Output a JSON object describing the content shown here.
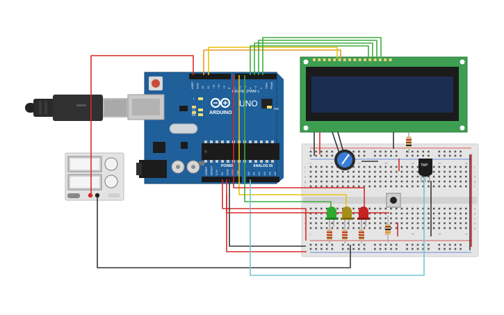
{
  "arduino": {
    "brand": "ARDUINO",
    "model": "UNO",
    "on_label": "ON",
    "digital_label": "DIGITAL (PWM~)",
    "power_label": "POWER",
    "analog_label": "ANALOG IN",
    "tx_label": "TX",
    "rx_label": "RX",
    "l_label": "L",
    "top_pins": [
      "AREF",
      "GND",
      "13",
      "12",
      "~11",
      "~10",
      "~9",
      "8",
      "7",
      "~6",
      "~5",
      "4",
      "~3",
      "2",
      "TX▸1",
      "RX◂0"
    ],
    "power_pins": [
      "IOREF",
      "RESET",
      "3.3V",
      "5V",
      "GND",
      "GND",
      "VIN"
    ],
    "analog_pins": [
      "A0",
      "A1",
      "A2",
      "A3",
      "A4",
      "A5"
    ]
  },
  "sensor": {
    "label": "TMP"
  },
  "breadboard": {
    "row_letters_top": [
      "j",
      "i",
      "h",
      "g",
      "f"
    ],
    "row_letters_bottom": [
      "e",
      "d",
      "c",
      "b",
      "a"
    ],
    "col_numbers": [
      "1",
      "5",
      "10",
      "15",
      "20",
      "25",
      "30"
    ]
  },
  "colors": {
    "wire_red": "#d62828",
    "wire_black": "#333333",
    "wire_yellow": "#e8c20f",
    "wire_orange": "#e8951f",
    "wire_green": "#3cab3c",
    "wire_cyan": "#6fc7d1",
    "board_blue": "#1f5f9a",
    "lcd_pcb": "#3d9e51",
    "lcd_screen": "#1c2d52"
  }
}
